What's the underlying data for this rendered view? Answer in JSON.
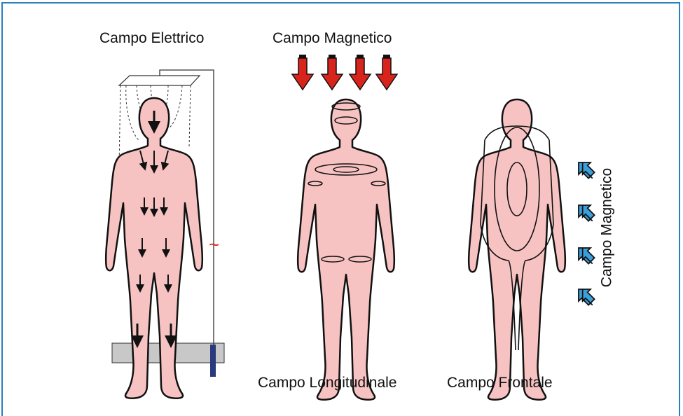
{
  "labels": {
    "electric_field": "Campo Elettrico",
    "magnetic_field_top": "Campo Magnetico",
    "longitudinal_field": "Campo Longitudinale",
    "frontal_field": "Campo Frontale",
    "magnetic_field_side": "Campo Magnetico",
    "ac_symbol": "~"
  },
  "colors": {
    "frame_border": "#2b7fbf",
    "skin": "#f7c3c2",
    "outline": "#111111",
    "red_arrow": "#d9241c",
    "blue_arrow": "#3aa0dc",
    "ground": "#c8c8c8"
  }
}
